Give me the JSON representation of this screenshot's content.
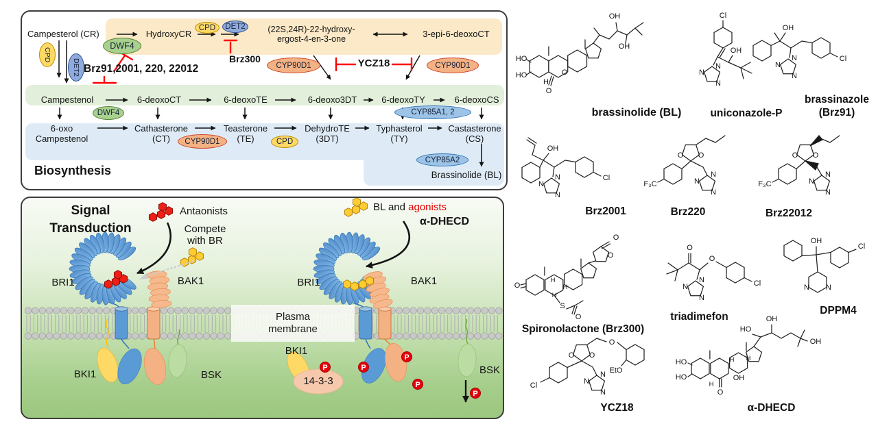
{
  "colors": {
    "band_yellow": "#FBE9C7",
    "band_green": "#E2EFDA",
    "band_blue": "#DEEBF7",
    "inhibitor_red": "#FF0000",
    "enzyme_yellow": "#FFD966",
    "enzyme_blue": "#8FAADC",
    "enzyme_green": "#A9D18E",
    "enzyme_salmon": "#F4B183",
    "bri1_blue": "#5B9BD5",
    "bak1_orange": "#F4B183",
    "phospho_red": "#E8000B",
    "agonist_yellow": "#FFCC33",
    "antagonist_red": "#EE2015"
  },
  "biosynthesis": {
    "title": "Biosynthesis",
    "nodes": {
      "campesterol": "Campesterol (CR)",
      "hydroxycr": "HydroxyCR",
      "ergost_l1": "(22S,24R)-22-hydroxy-",
      "ergost_l2": "ergost-4-en-3-one",
      "epi": "3-epi-6-deoxoCT",
      "campestenol": "Campestenol",
      "deoxoct": "6-deoxoCT",
      "deoxote": "6-deoxoTE",
      "deoxo3dt": "6-deoxo3DT",
      "deoxoty": "6-deoxoTY",
      "deoxocs": "6-deoxoCS",
      "oxo_l1": "6-oxo",
      "oxo_l2": "Campestenol",
      "cathasterone": "Cathasterone",
      "cathasterone_ab": "(CT)",
      "teasterone": "Teasterone",
      "teasterone_ab": "(TE)",
      "dehydrote": "DehydroTE",
      "dehydrote_ab": "(3DT)",
      "typhasterol": "Typhasterol",
      "typhasterol_ab": "(TY)",
      "castasterone": "Castasterone",
      "castasterone_ab": "(CS)",
      "brassinolide": "Brassinolide (BL)"
    },
    "enzymes": {
      "cpd": "CPD",
      "det2": "DET2",
      "dwf4": "DWF4",
      "cyp90d1": "CYP90D1",
      "cyp85a12": "CYP85A1, 2",
      "cyp85a2": "CYP85A2"
    },
    "inhibitors": {
      "brz_group": "Brz91,2001, 220, 22012",
      "brz300": "Brz300",
      "ycz18": "YCZ18"
    }
  },
  "signal": {
    "title_l1": "Signal",
    "title_l2": "Transduction",
    "antagonists": "Antaonists",
    "compete_l1": "Compete",
    "compete_l2": "with BR",
    "bl_and": "BL and ",
    "agonists": "agonists",
    "adhecd": "α-DHECD",
    "bri1": "BRI1",
    "bak1": "BAK1",
    "bki1": "BKI1",
    "bsk": "BSK",
    "fourteen33": "14-3-3",
    "membrane_l1": "Plasma",
    "membrane_l2": "membrane",
    "p": "P"
  },
  "molecules": {
    "bl": {
      "caption": "brassinolide (BL)",
      "atoms": [
        "HO",
        "HO",
        "OH",
        "OH",
        "H",
        "O",
        "O"
      ]
    },
    "uniconazole": {
      "caption": "uniconazole-P",
      "atoms": [
        "Cl",
        "OH",
        "N",
        "N",
        "N"
      ]
    },
    "brassinazole": {
      "caption_l1": "brassinazole",
      "caption_l2": "(Brz91)",
      "atoms": [
        "OH",
        "Cl",
        "N",
        "N",
        "N"
      ]
    },
    "brz2001": {
      "caption": "Brz2001",
      "atoms": [
        "OH",
        "Cl",
        "N",
        "N",
        "N"
      ]
    },
    "brz220": {
      "caption": "Brz220",
      "atoms": [
        "O",
        "O",
        "F₃C",
        "N",
        "N",
        "N"
      ]
    },
    "brz22012": {
      "caption": "Brz22012",
      "atoms": [
        "O",
        "O",
        "F₃C",
        "N",
        "N",
        "N"
      ]
    },
    "spironolactone": {
      "caption": "Spironolactone (Brz300)",
      "atoms": [
        "O",
        "O",
        "O",
        "S",
        "O",
        "H",
        "H",
        "H"
      ]
    },
    "triadimefon": {
      "caption": "triadimefon",
      "atoms": [
        "O",
        "O",
        "Cl",
        "N",
        "N",
        "N"
      ]
    },
    "dppm4": {
      "caption": "DPPM4",
      "atoms": [
        "OH",
        "Cl",
        "N",
        "N"
      ]
    },
    "ycz18": {
      "caption": "YCZ18",
      "atoms": [
        "O",
        "O",
        "O",
        "EtO",
        "Cl",
        "N",
        "N",
        "N"
      ]
    },
    "adhecd": {
      "caption": "α-DHECD",
      "atoms": [
        "HO",
        "HO",
        "HO",
        "OH",
        "OH",
        "OH",
        "H",
        "H",
        "H",
        "O"
      ]
    }
  }
}
